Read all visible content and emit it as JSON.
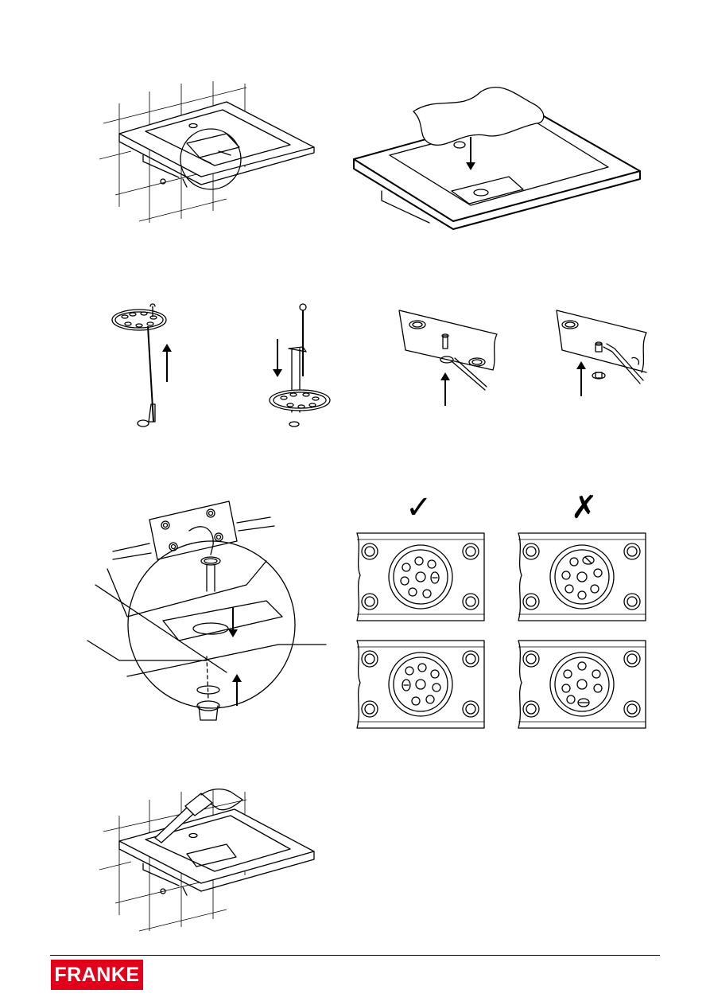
{
  "brand": {
    "logo_text": "FRANKE",
    "logo_color": "#e2001a"
  },
  "marks": {
    "correct": "✓",
    "incorrect": "✗"
  },
  "figures": [
    {
      "name": "basin-wall-mounted",
      "icon": "washbasin-wall-icon"
    },
    {
      "name": "basin-protective-cover",
      "icon": "cover-cloth-icon"
    },
    {
      "name": "waste-grate-cable",
      "icon": "waste-grate-icon"
    },
    {
      "name": "waste-grate-rod-insert",
      "icon": "waste-rod-icon"
    },
    {
      "name": "cable-earth-connection-1",
      "icon": "earth-terminal-icon"
    },
    {
      "name": "cable-earth-connection-2",
      "icon": "earth-terminal-icon"
    },
    {
      "name": "waste-assembly-detail",
      "icon": "waste-assembly-icon"
    },
    {
      "name": "grate-orientation-correct-1",
      "icon": "grate-correct-icon"
    },
    {
      "name": "grate-orientation-incorrect-1",
      "icon": "grate-incorrect-icon"
    },
    {
      "name": "grate-orientation-correct-2",
      "icon": "grate-correct-icon"
    },
    {
      "name": "grate-orientation-incorrect-2",
      "icon": "grate-incorrect-icon"
    },
    {
      "name": "basin-sealant-application",
      "icon": "sealant-gun-icon"
    }
  ]
}
